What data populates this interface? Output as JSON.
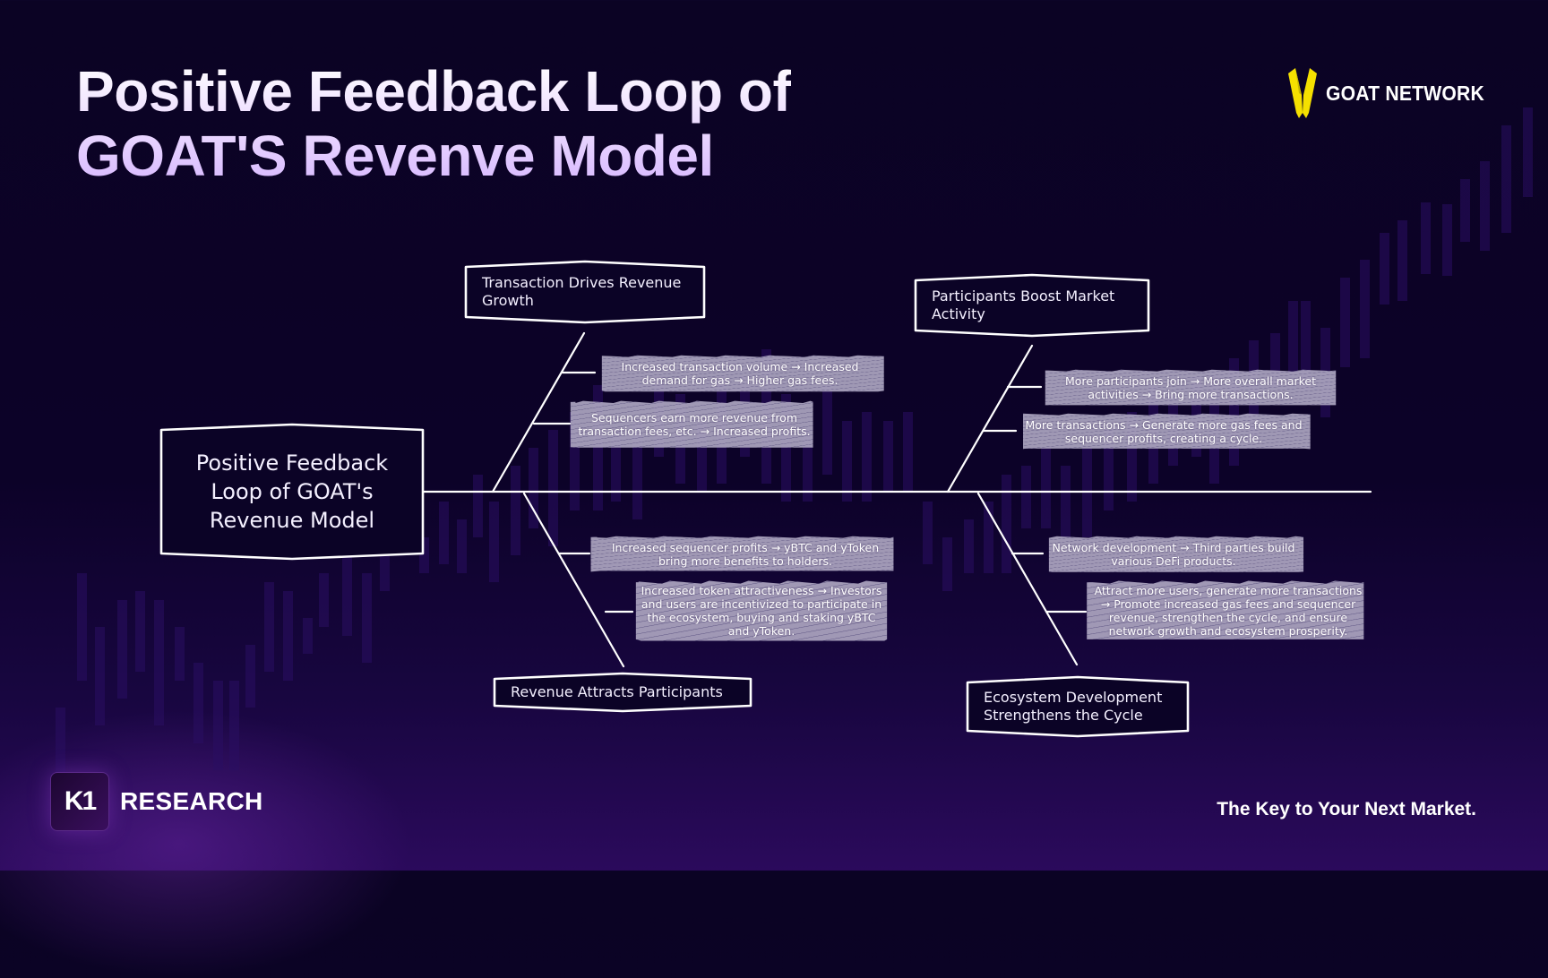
{
  "slide": {
    "title_lines": [
      "Positive Feedback Loop of",
      "GOAT'S Revenve Model"
    ],
    "brand": {
      "name": "GOAT NETWORK",
      "icon": "goat-horns-icon",
      "accent": "#f5e000"
    },
    "footer": {
      "publisher": "RESEARCH",
      "publisher_badge": "K1",
      "tagline": "The Key to Your Next Market."
    }
  },
  "diagram": {
    "type": "fishbone",
    "head": {
      "label": "Positive Feedback Loop of GOAT's Revenue Model",
      "lines": [
        "Positive Feedback",
        "Loop of GOAT's",
        "Revenue Model"
      ]
    },
    "categories": [
      {
        "position": "top-left",
        "label": "Transaction Drives Revenue Growth",
        "lines": [
          "Transaction Drives Revenue",
          "Growth"
        ],
        "causes": [
          {
            "lines": [
              "Increased transaction volume → Increased",
              "demand for gas → Higher gas fees."
            ]
          },
          {
            "lines": [
              "Sequencers earn more revenue from",
              "transaction fees, etc. → Increased profits."
            ]
          }
        ]
      },
      {
        "position": "top-right",
        "label": "Participants Boost Market Activity",
        "lines": [
          "Participants Boost Market",
          "Activity"
        ],
        "causes": [
          {
            "lines": [
              "More participants join → More overall market",
              "activities → Bring more transactions."
            ]
          },
          {
            "lines": [
              "More transactions → Generate more gas fees and",
              "sequencer profits, creating a cycle."
            ]
          }
        ]
      },
      {
        "position": "bottom-left",
        "label": "Revenue Attracts Participants",
        "lines": [
          "Revenue Attracts Participants"
        ],
        "causes": [
          {
            "lines": [
              "Increased sequencer profits → yBTC and yToken",
              "bring more benefits to holders."
            ]
          },
          {
            "lines": [
              "Increased token attractiveness → Investors",
              "and users are incentivized to participate in",
              "the ecosystem, buying and staking yBTC",
              "and yToken."
            ]
          }
        ]
      },
      {
        "position": "bottom-right",
        "label": "Ecosystem Development Strengthens the Cycle",
        "lines": [
          "Ecosystem Development",
          "Strengthens the Cycle"
        ],
        "causes": [
          {
            "lines": [
              "Network development → Third parties build",
              "various DeFi products."
            ]
          },
          {
            "lines": [
              "Attract more users, generate more transactions",
              "→ Promote increased gas fees and sequencer",
              "revenue, strengthen the cycle, and ensure",
              "network growth and ecosystem prosperity."
            ]
          }
        ]
      }
    ]
  },
  "colors": {
    "background_top": "#0b0324",
    "background_bottom": "#2b0a5c",
    "line": "#ffffff",
    "note_fill": "#a9a2bd",
    "candle": "#2a0f63"
  }
}
